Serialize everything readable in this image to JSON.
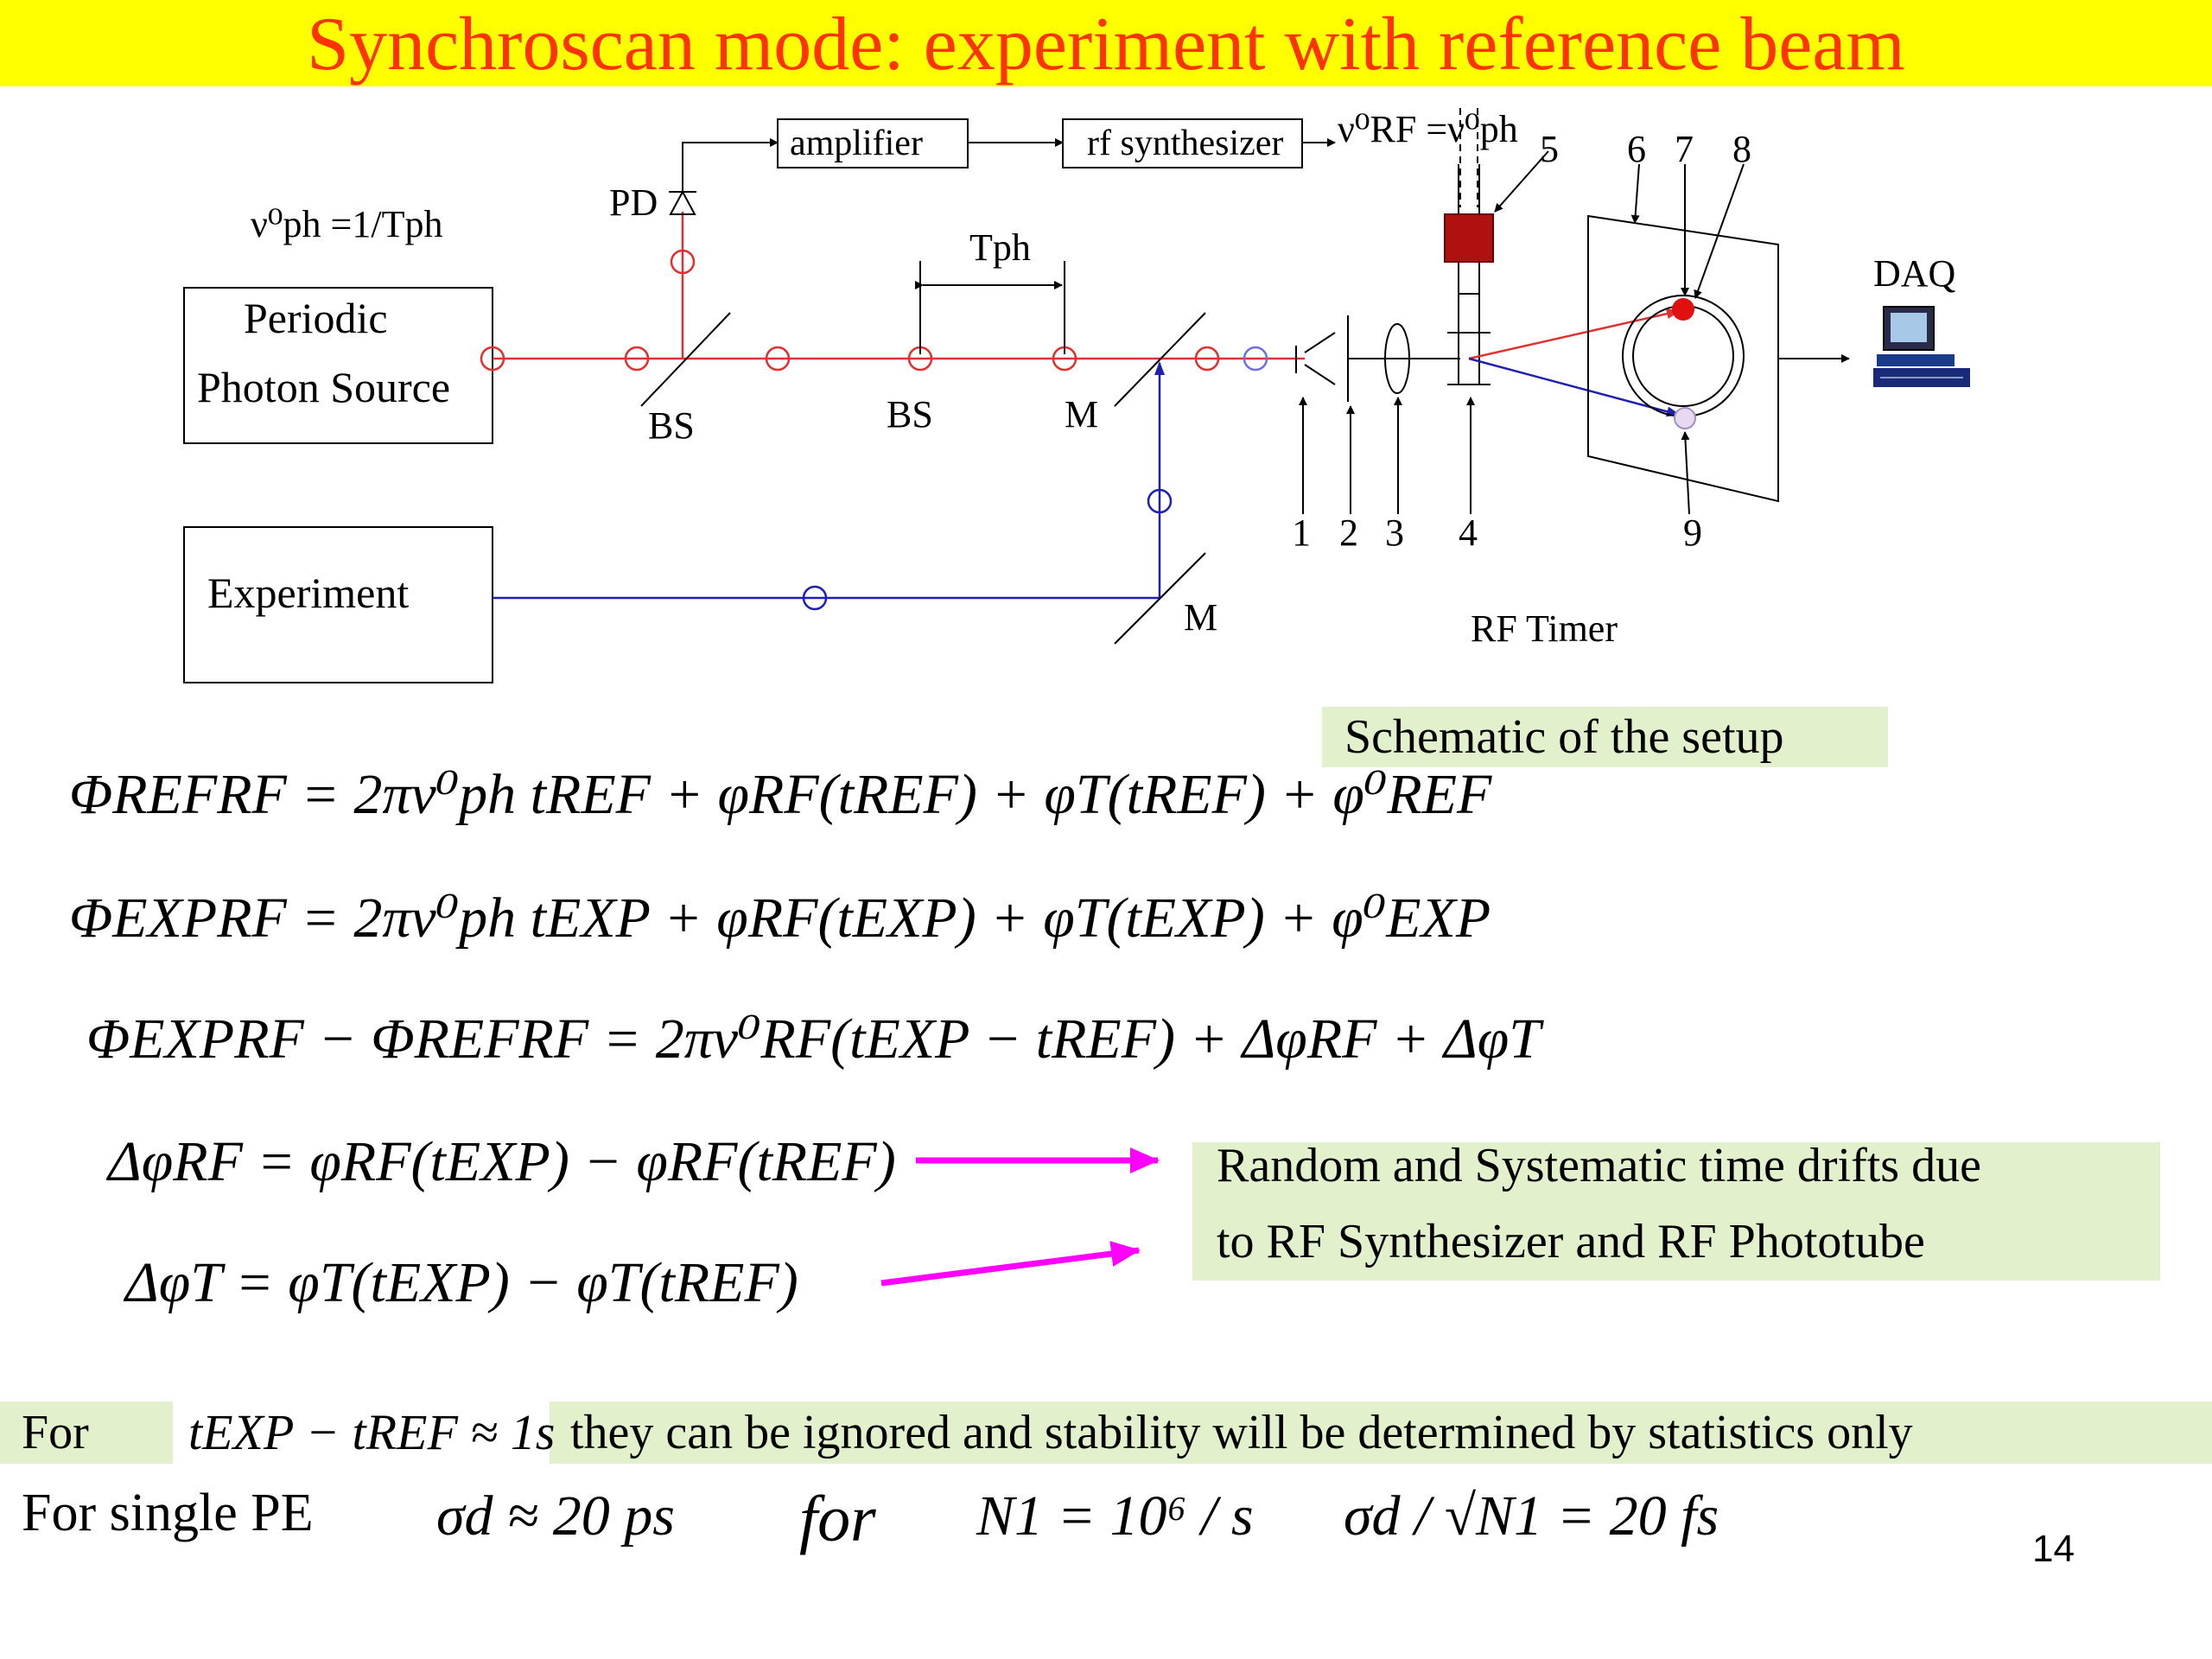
{
  "title": "Synchroscan mode: experiment  with reference beam",
  "diagram": {
    "freq_label": "ν⁰ph =1/Tph",
    "source_box": [
      "Periodic",
      "Photon Source"
    ],
    "experiment_box": "Experiment",
    "amplifier": "amplifier",
    "synthesizer": "rf synthesizer",
    "rf_eq": "ν⁰RF =ν⁰ph",
    "pd": "PD",
    "period": "Tph",
    "bs1": "BS",
    "bs2": "BS",
    "m1": "M",
    "m2": "M",
    "daq": "DAQ",
    "rf_timer": "RF Timer",
    "numbers": [
      "1",
      "2",
      "3",
      "4",
      "5",
      "6",
      "7",
      "8",
      "9"
    ],
    "caption": "Schematic of the setup"
  },
  "equations": {
    "eq1": "ΦREFRF = 2πν⁰ph tREF + φRF(tREF) + φT(tREF) + φ⁰REF",
    "eq2": "ΦEXPRF = 2πν⁰ph tEXP + φRF(tEXP) + φT(tEXP) + φ⁰EXP",
    "eq3": "ΦEXPRF − ΦREFRF = 2πν⁰RF(tEXP − tREF) + ΔφRF + ΔφT",
    "eq4": "ΔφRF = φRF(tEXP) − φRF(tREF)",
    "eq5": "ΔφT = φT(tEXP) − φT(tREF)"
  },
  "drift_note": [
    "Random and Systematic time drifts due",
    "to RF Synthesizer and RF Phototube"
  ],
  "bottom": {
    "for_label": "For",
    "condition": "tEXP − tREF ≈ 1s",
    "ignore_text": "they can be ignored and stability will be determined by statistics only",
    "single_pe": "For single PE",
    "sigma_single": "σd ≈ 20 ps",
    "for_word": "for",
    "rate": "N1 = 10⁶ / s",
    "sigma_total": "σd / √N1 = 20 fs"
  },
  "page_number": "14",
  "colors": {
    "title_bg": "#ffff00",
    "title_text": "#ff3300",
    "reference_beam": "#e03030",
    "experiment_beam": "#2020b0",
    "arrow": "#ff00ff",
    "highlight": "#e2f0cc",
    "pmt": "#b01010"
  }
}
